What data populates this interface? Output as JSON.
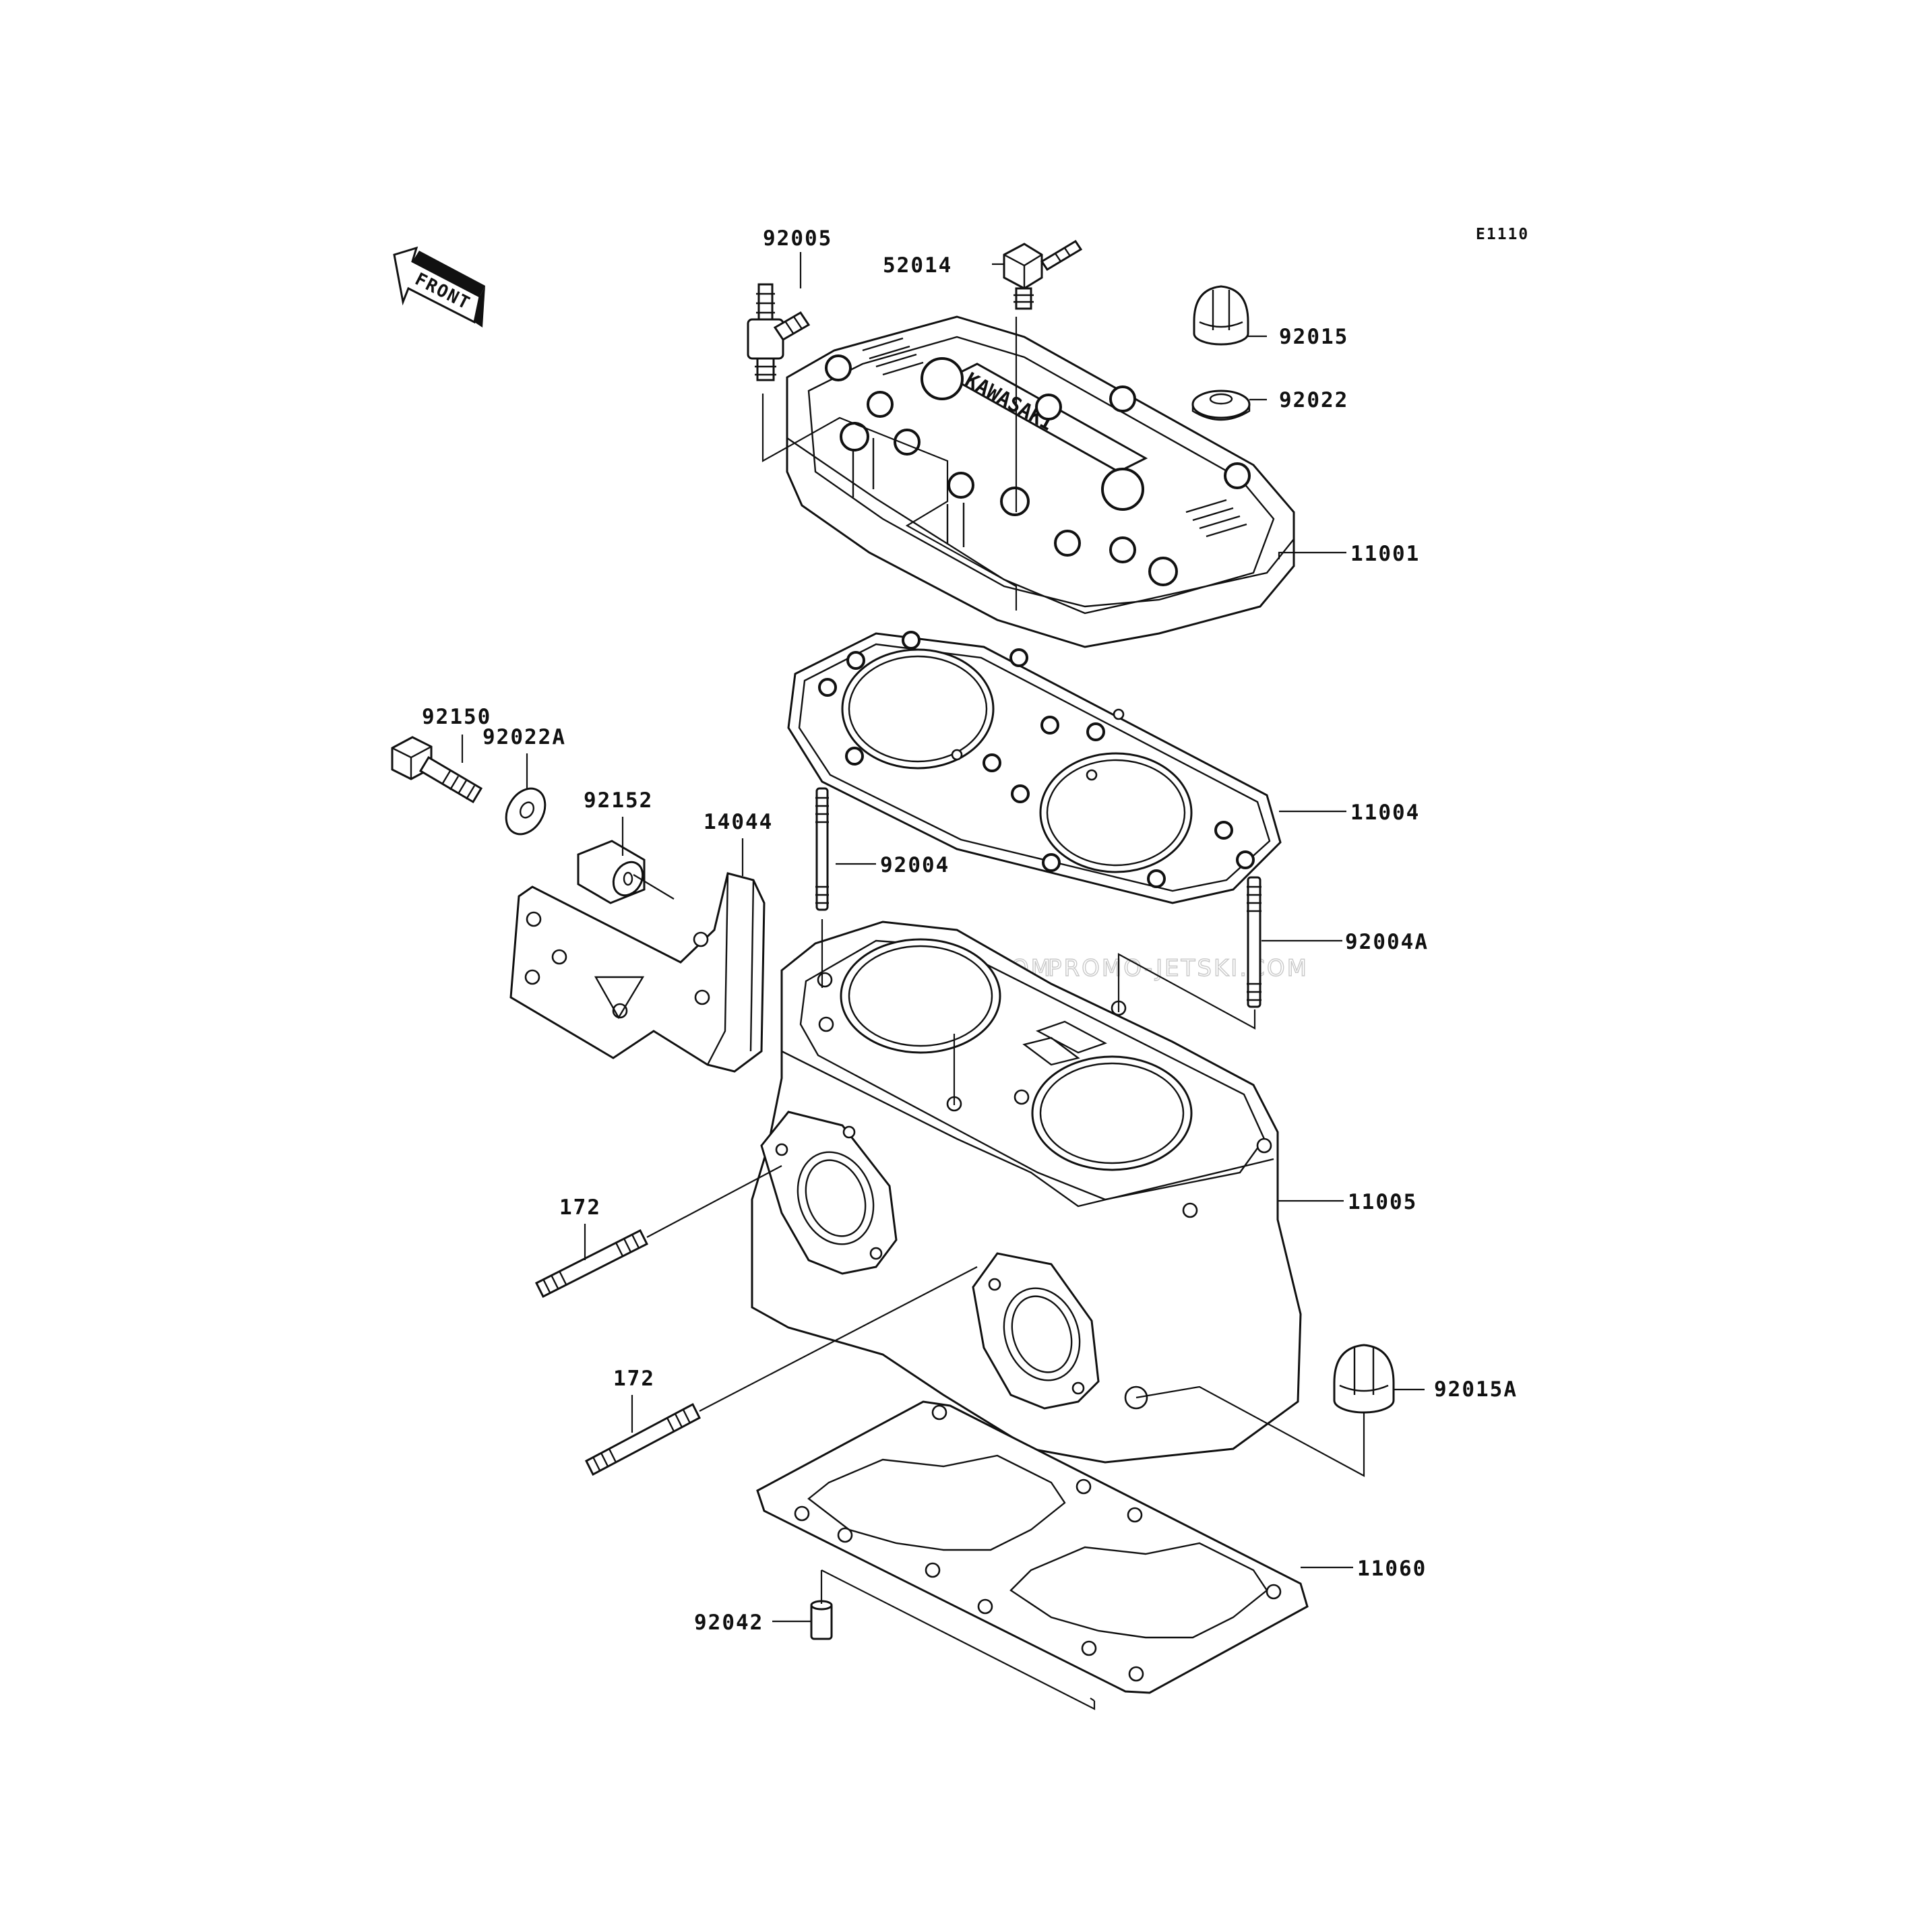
{
  "diagram_code": "E1110",
  "front_arrow": {
    "text": "FRONT"
  },
  "watermark": {
    "text": "PROMO-JETSKI.COM"
  },
  "parts": [
    {
      "id": "p92005",
      "label": "92005"
    },
    {
      "id": "p52014",
      "label": "52014"
    },
    {
      "id": "p92015",
      "label": "92015"
    },
    {
      "id": "p92022",
      "label": "92022"
    },
    {
      "id": "p11001",
      "label": "11001"
    },
    {
      "id": "p92150",
      "label": "92150"
    },
    {
      "id": "p92022A",
      "label": "92022A"
    },
    {
      "id": "p92152",
      "label": "92152"
    },
    {
      "id": "p14044",
      "label": "14044"
    },
    {
      "id": "p11004",
      "label": "11004"
    },
    {
      "id": "p92004",
      "label": "92004"
    },
    {
      "id": "p92004A",
      "label": "92004A"
    },
    {
      "id": "p11005",
      "label": "11005"
    },
    {
      "id": "p172a",
      "label": "172"
    },
    {
      "id": "p172b",
      "label": "172"
    },
    {
      "id": "p92015A",
      "label": "92015A"
    },
    {
      "id": "p11060",
      "label": "11060"
    },
    {
      "id": "p92042",
      "label": "92042"
    }
  ]
}
